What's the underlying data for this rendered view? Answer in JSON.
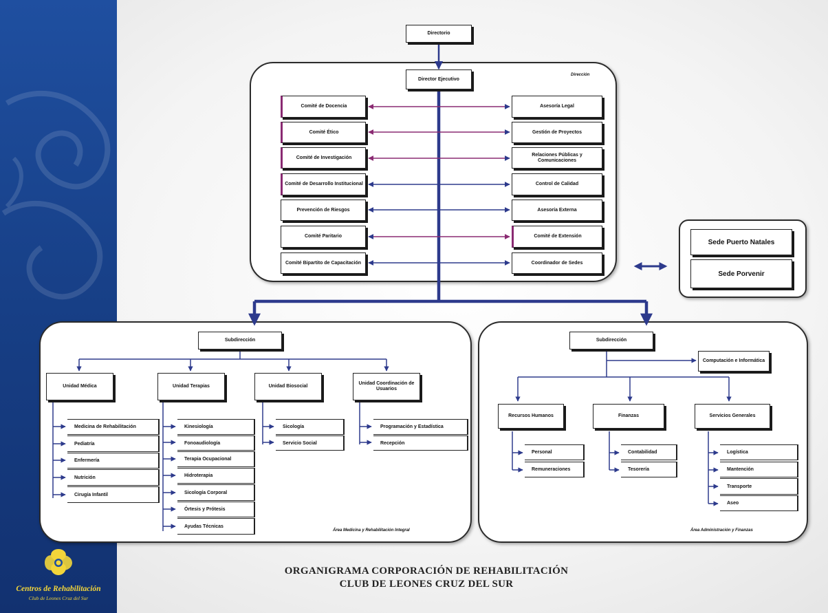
{
  "top": {
    "directorio": "Directorio",
    "director": "Director Ejecutivo",
    "direccion": "Dirección"
  },
  "left_col": [
    "Comité de Docencia",
    "Comité Ético",
    "Comité de Investigación",
    "Comité de Desarrollo Institucional",
    "Prevención de Riesgos",
    "Comité Paritario",
    "Comité Bipartito de Capacitación"
  ],
  "right_col": [
    "Asesoría Legal",
    "Gestión de Proyectos",
    "Relaciones Públicas y Comunicaciones",
    "Control de Calidad",
    "Asesoría Externa",
    "Comité de Extensión",
    "Coordinador de Sedes"
  ],
  "sedes": [
    "Sede Puerto Natales",
    "Sede Porvenir"
  ],
  "medical": {
    "sub": "Subdirección",
    "caption": "Área Medicina y Rehabilitación Integral",
    "units": [
      "Unidad Médica",
      "Unidad Terapias",
      "Unidad Biosocial",
      "Unidad Coordinación de Usuarios"
    ],
    "u1_items": [
      "Medicina de Rehabilitación",
      "Pediatría",
      "Enfermería",
      "Nutrición",
      "Cirugía Infantil"
    ],
    "u2_items": [
      "Kinesiología",
      "Fonoaudiología",
      "Terapia Ocupacional",
      "Hidroterapia",
      "Sicología Corporal",
      "Órtesis y Prótesis",
      "Ayudas Técnicas"
    ],
    "u3_items": [
      "Sicología",
      "Servicio Social"
    ],
    "u4_items": [
      "Programación y Estadística",
      "Recepción"
    ]
  },
  "admin": {
    "sub": "Subdirección",
    "caption": "Área Administración y Finanzas",
    "computacion": "Computación e Informática",
    "units": [
      "Recursos Humanos",
      "Finanzas",
      "Servicios Generales"
    ],
    "rh_items": [
      "Personal",
      "Remuneraciones"
    ],
    "fin_items": [
      "Contabilidad",
      "Tesorería"
    ],
    "sg_items": [
      "Logística",
      "Mantención",
      "Transporte",
      "Aseo"
    ]
  },
  "title": {
    "line1": "ORGANIGRAMA CORPORACIÓN DE REHABILITACIÓN",
    "line2": "CLUB DE LEONES CRUZ DEL SUR"
  },
  "logo": {
    "line1": "Centros de Rehabilitación",
    "line2": "Club de Leones Cruz del Sur"
  },
  "colors": {
    "sidebar": "#1f4fa0",
    "connector": "#2d3a8c",
    "committee_arrow": "#8a2a72",
    "logo_yellow": "#f2d53a"
  }
}
